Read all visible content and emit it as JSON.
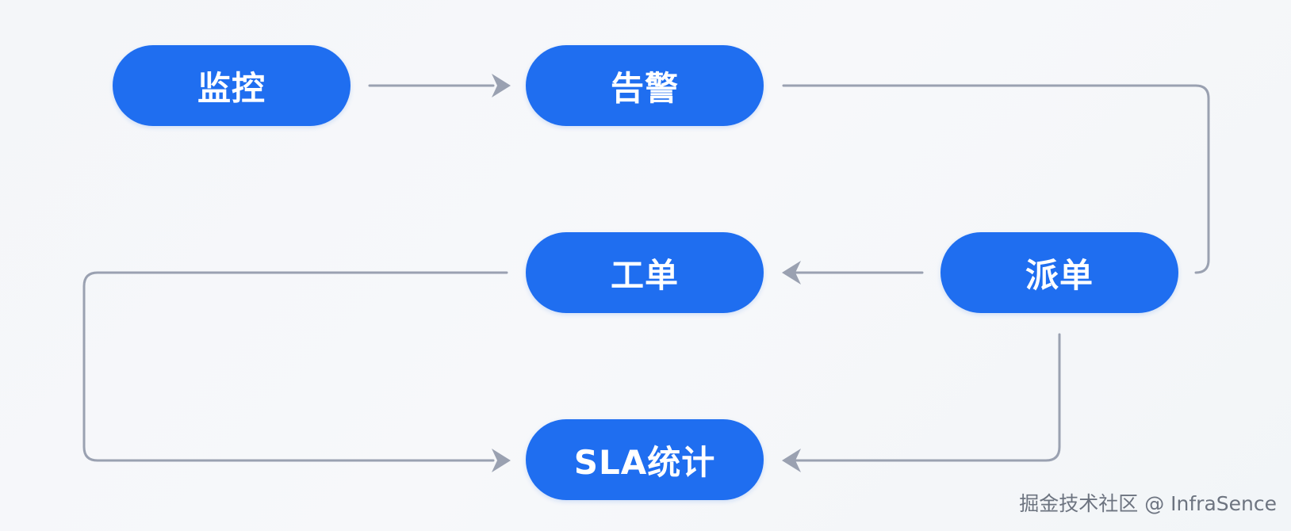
{
  "nodes": {
    "monitor": "监控",
    "alert": "告警",
    "ticket": "工单",
    "dispatch": "派单",
    "sla": "SLA统计"
  },
  "watermark": "掘金技术社区 @ InfraSence",
  "colors": {
    "node_fill": "#1f6ef0",
    "node_text": "#ffffff",
    "connector": "#9aa1b1",
    "background": "#f5f7fa"
  }
}
